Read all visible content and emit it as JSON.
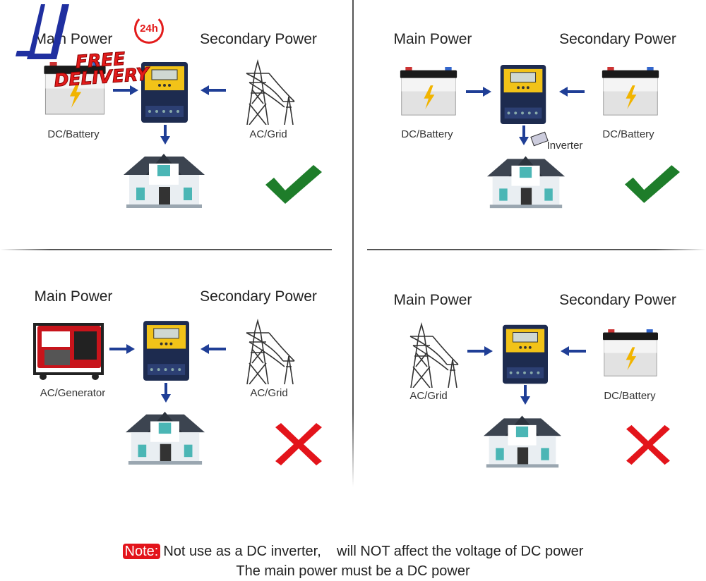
{
  "logo": {
    "brand": "JJ",
    "promo": "FREE DELIVERY",
    "badge": "24h"
  },
  "panels": [
    {
      "main_title": "Main Power",
      "secondary_title": "Secondary Power",
      "main_source": "DC/Battery",
      "secondary_source": "AC/Grid",
      "result": "check",
      "extra": null
    },
    {
      "main_title": "Main Power",
      "secondary_title": "Secondary Power",
      "main_source": "DC/Battery",
      "secondary_source": "DC/Battery",
      "result": "check",
      "extra": "Inverter"
    },
    {
      "main_title": "Main Power",
      "secondary_title": "Secondary Power",
      "main_source": "AC/Generator",
      "secondary_source": "AC/Grid",
      "result": "cross",
      "extra": null
    },
    {
      "main_title": "Main Power",
      "secondary_title": "Secondary Power",
      "main_source": "AC/Grid",
      "secondary_source": "DC/Battery",
      "result": "cross",
      "extra": null
    }
  ],
  "note": {
    "badge": "Note:",
    "line1": "Not use as a DC inverter,    will NOT affect the voltage of DC power",
    "line2": "The main power must be a DC power"
  },
  "colors": {
    "arrow": "#1f3e96",
    "check": "#1e7d2a",
    "cross": "#e3141b",
    "note_badge": "#e3141b"
  }
}
